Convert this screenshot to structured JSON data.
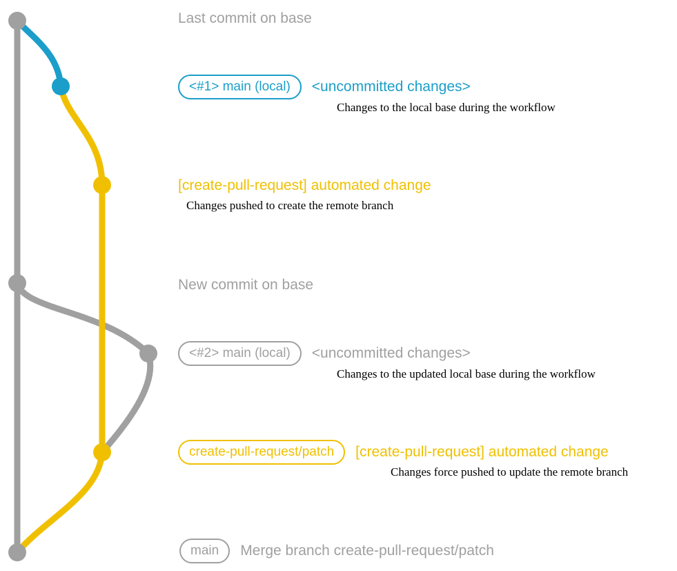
{
  "colors": {
    "gray": "#a0a0a0",
    "blue": "#1b9ec9",
    "yellow": "#f0c000",
    "ink": "#000000"
  },
  "labels": {
    "last_commit": "Last commit on base",
    "branch1_badge": "<#1> main (local)",
    "branch1_status": "<uncommitted changes>",
    "branch1_desc": "Changes to the local base during the workflow",
    "auto1_label": "[create-pull-request] automated change",
    "auto1_desc": "Changes pushed to create the remote branch",
    "new_commit": "New commit on base",
    "branch2_badge": "<#2> main (local)",
    "branch2_status": "<uncommitted changes>",
    "branch2_desc": "Changes to the updated local base during the workflow",
    "patch_badge": "create-pull-request/patch",
    "patch_label": "[create-pull-request] automated change",
    "patch_desc": "Changes force pushed to update the remote branch",
    "merge_badge": "main",
    "merge_label": "Merge branch create-pull-request/patch"
  }
}
